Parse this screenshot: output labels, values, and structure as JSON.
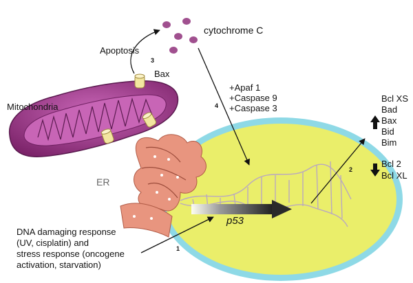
{
  "labels": {
    "cytochrome": "cytochrome C",
    "apoptosis": "Apoptosis",
    "bax": "Bax",
    "mitochondria": "Mitochondria",
    "er": "ER",
    "p53": "p53",
    "factors": [
      "+Apaf 1",
      "+Caspase 9",
      "+Caspase 3"
    ],
    "up_genes": [
      "Bcl XS",
      "Bad",
      "Bax",
      "Bid",
      "Bim"
    ],
    "down_genes": [
      "Bcl 2",
      "Bcl XL"
    ],
    "dna_response": [
      "DNA damaging response",
      "(UV, cisplatin) and",
      "stress response (oncogene",
      "activation, starvation)"
    ]
  },
  "steps": [
    "1",
    "2",
    "3",
    "4"
  ],
  "colors": {
    "mitochondria": "#8e2f7e",
    "mitochondria_light": "#c865b6",
    "cytochrome": "#a0508f",
    "nucleus_fill": "#eaee6a",
    "nucleus_ring": "#8ed9e6",
    "er": "#e8957f",
    "bax_channel": "#f3e6a0",
    "dna": "#b9a8c0",
    "p53_arrow": "#2a2a2a"
  },
  "icons": {
    "up": "up-arrow-icon",
    "down": "down-arrow-icon"
  }
}
